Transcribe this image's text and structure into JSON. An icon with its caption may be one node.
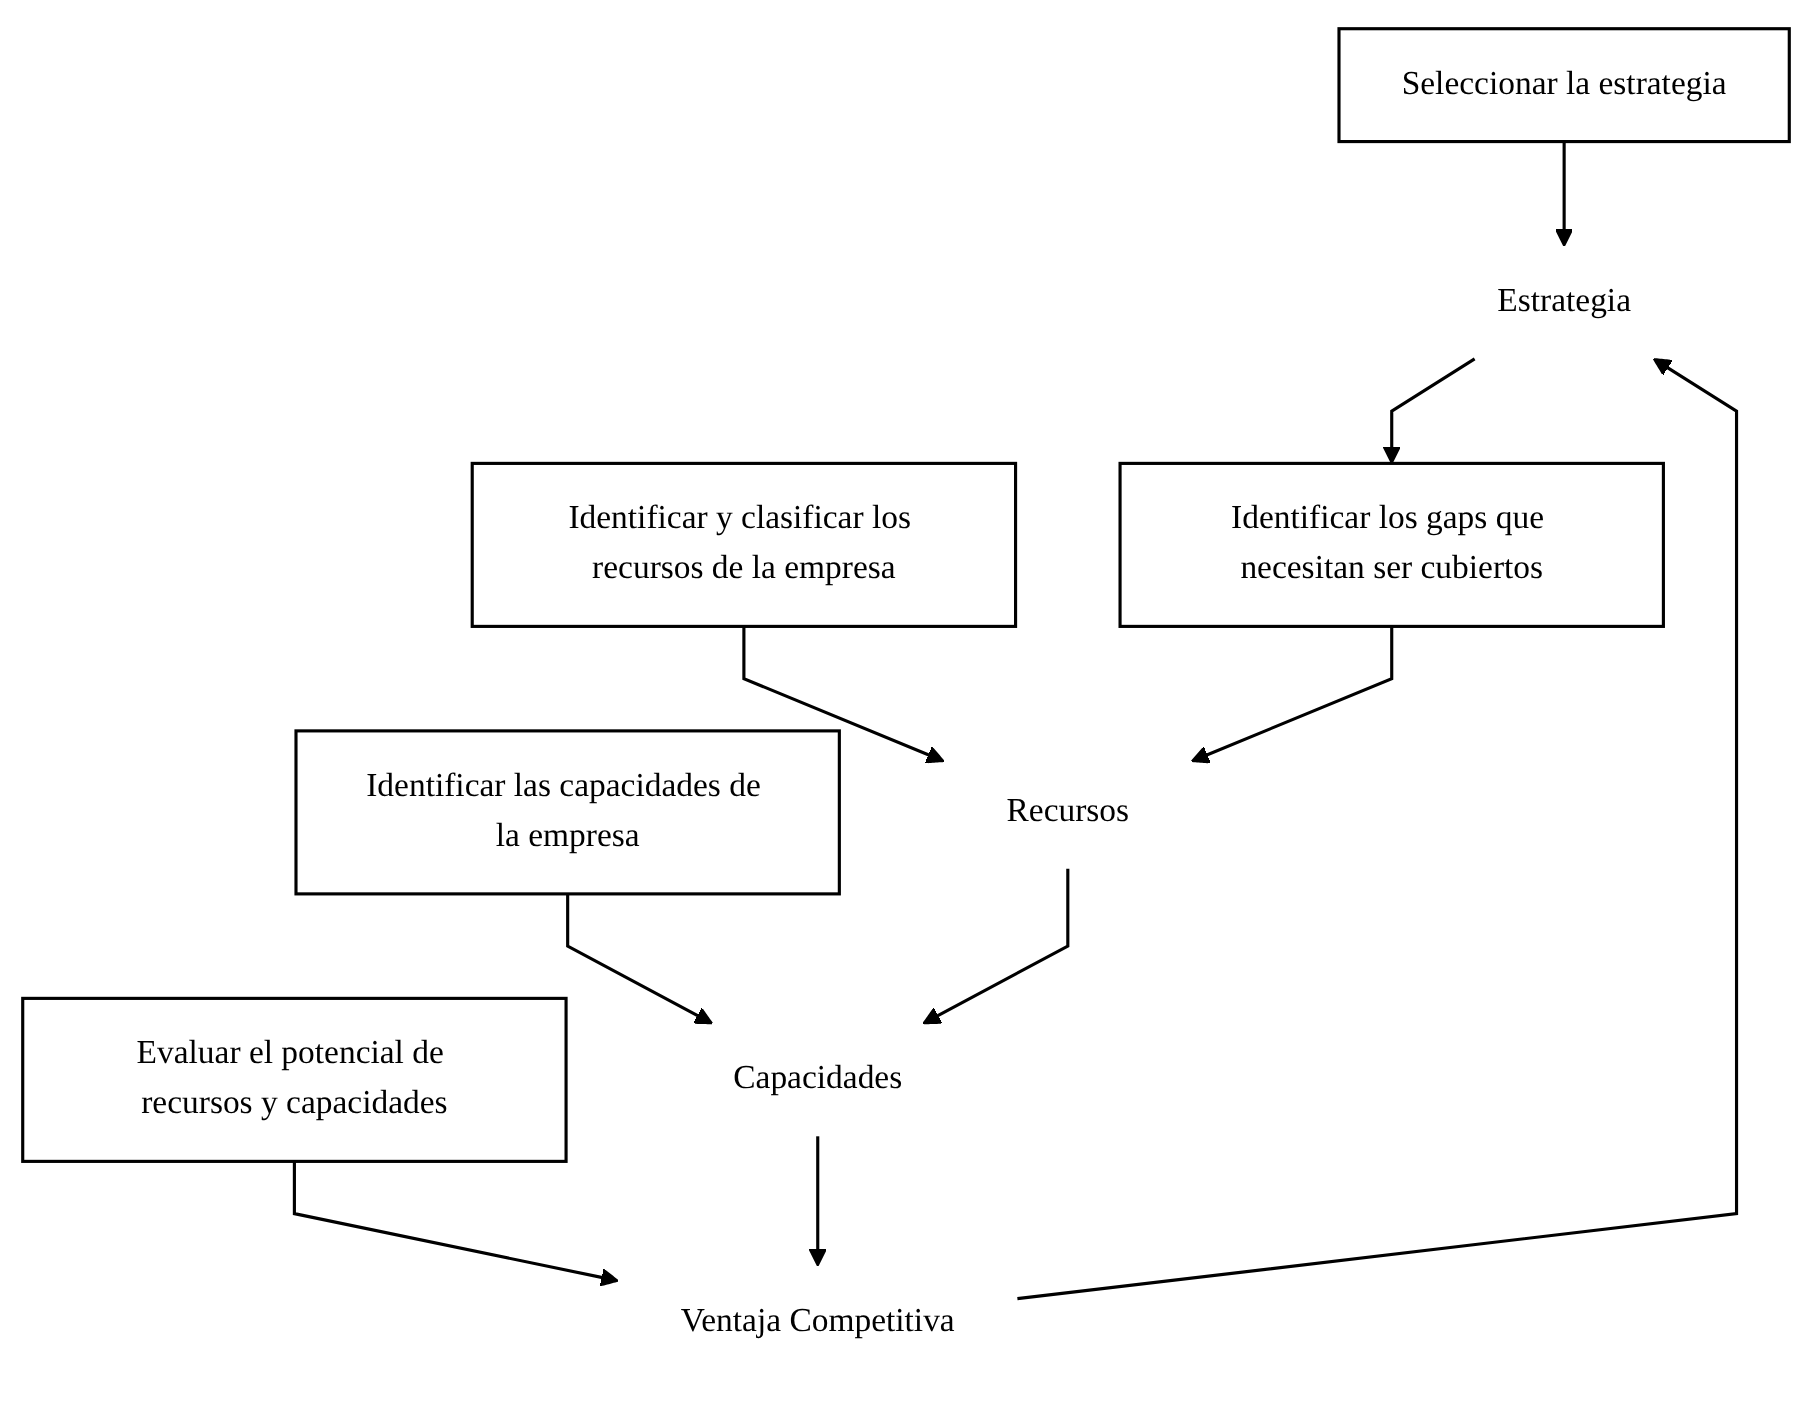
{
  "diagram": {
    "nodes": [
      {
        "text": [
          "Seleccionar la estrategia"
        ]
      },
      {
        "text": [
          "Estrategia"
        ]
      },
      {
        "text": [
          "Evaluar el potencial de recursos y capacidades"
        ]
      },
      {
        "text": [
          "Ventaja Competitiva"
        ]
      },
      {
        "text": [
          "Identificar las capacidades de la empresa"
        ]
      },
      {
        "text": [
          "Capacidades"
        ]
      },
      {
        "text": [
          "Identificar los gaps que necesitan ser cubiertos"
        ]
      },
      {
        "text": [
          "Identificar y clasificar los recursos de la empresa"
        ]
      },
      {
        "text": [
          "Recursos"
        ]
      }
    ],
    "edges": [
      {
        "from": 0,
        "to": 1,
        "arrow": "to"
      },
      {
        "from": 3,
        "to": 1,
        "arrow": "to"
      },
      {
        "from": 1,
        "to": 6,
        "arrow": "to"
      },
      {
        "from": 2,
        "to": 3,
        "arrow": "to"
      },
      {
        "from": 5,
        "to": 3,
        "arrow": "to"
      },
      {
        "from": 4,
        "to": 5,
        "arrow": "to"
      },
      {
        "from": 8,
        "to": 5,
        "arrow": "to"
      },
      {
        "from": 7,
        "to": 8,
        "arrow": "to"
      },
      {
        "from": 6,
        "to": 8,
        "arrow": "to"
      }
    ]
  }
}
